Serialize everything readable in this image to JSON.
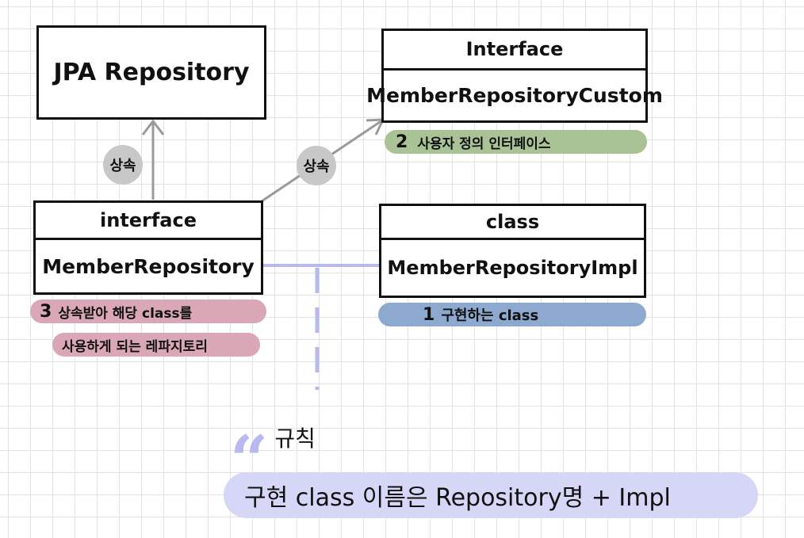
{
  "boxes": {
    "jpa": {
      "title": "JPA Repository"
    },
    "custom": {
      "header": "Interface",
      "title": "MemberRepositoryCustom"
    },
    "member": {
      "header": "interface",
      "title": "MemberRepository"
    },
    "impl": {
      "header": "class",
      "title": "MemberRepositoryImpl"
    }
  },
  "inherit_labels": {
    "left": "상속",
    "right": "상속"
  },
  "notes": {
    "custom": {
      "number": "2",
      "text": "사용자 정의 인터페이스"
    },
    "impl": {
      "number": "1",
      "text": "구현하는 class"
    },
    "member": {
      "number": "3",
      "line1": "상속받아 해당 class를",
      "line2": "사용하게 되는 레파지토리"
    }
  },
  "rule": {
    "quote_mark": "“",
    "heading": "규칙",
    "text": "구현 class 이름은 Repository명 + Impl"
  },
  "colors": {
    "note_green": "#a9c296",
    "note_blue": "#8ea9cf",
    "note_pink": "#d9a7b5",
    "rule_lavender": "#d6d6f7",
    "dash_lavender": "#b9b9f2",
    "arrow_gray": "#9a9a9a"
  },
  "icons": [
    "arrow-up-icon",
    "arrow-diagonal-icon",
    "quote-icon"
  ]
}
